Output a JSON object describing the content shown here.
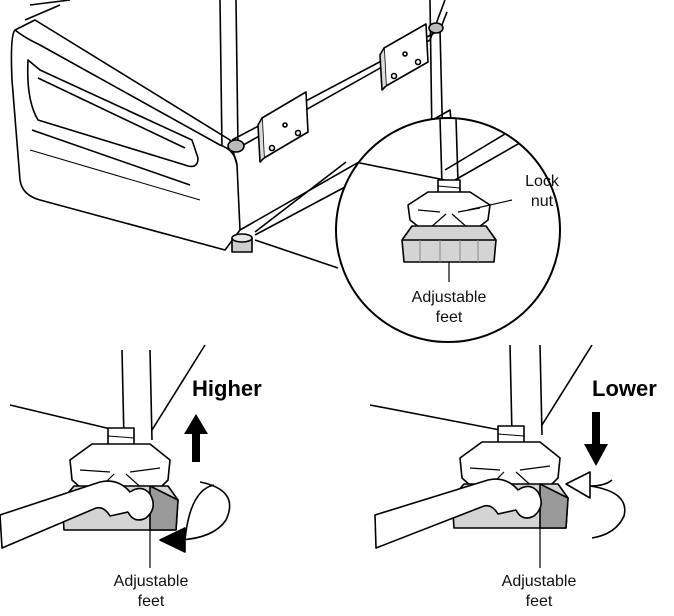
{
  "zoom_callout": {
    "lock_nut_line1": "Lock",
    "lock_nut_line2": "nut",
    "feet_line1": "Adjustable",
    "feet_line2": "feet"
  },
  "raise_panel": {
    "direction_label": "Higher",
    "feet_line1": "Adjustable",
    "feet_line2": "feet"
  },
  "lower_panel": {
    "direction_label": "Lower",
    "feet_line1": "Adjustable",
    "feet_line2": "feet"
  },
  "colors": {
    "line": "#000000",
    "metal_light": "#ffffff",
    "metal_mid": "#d4d4d4",
    "metal_dark": "#9a9a9a",
    "arrow": "#000000"
  }
}
